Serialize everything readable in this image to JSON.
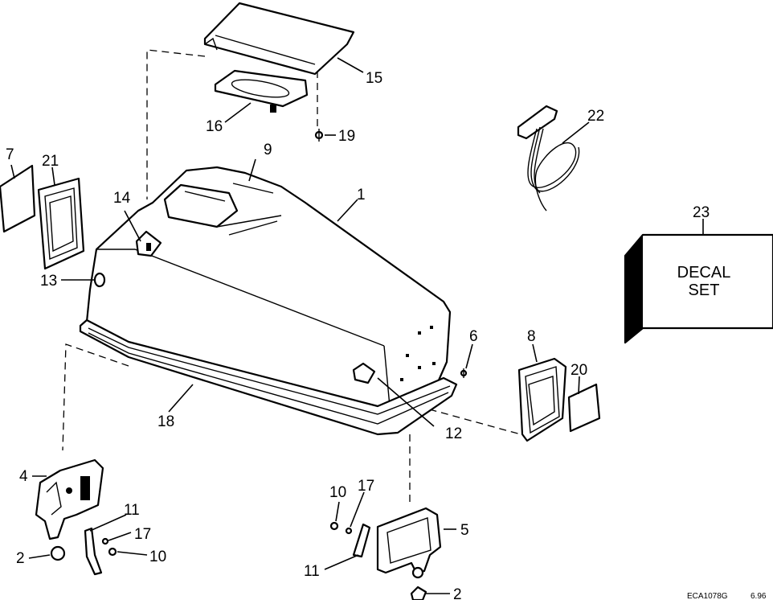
{
  "callouts": {
    "c1": "1",
    "c2a": "2",
    "c2b": "2",
    "c4": "4",
    "c5": "5",
    "c6": "6",
    "c7": "7",
    "c8": "8",
    "c9": "9",
    "c10a": "10",
    "c10b": "10",
    "c11a": "11",
    "c11b": "11",
    "c12": "12",
    "c13": "13",
    "c14": "14",
    "c15": "15",
    "c16": "16",
    "c17a": "17",
    "c17b": "17",
    "c18": "18",
    "c19": "19",
    "c20": "20",
    "c21": "21",
    "c22": "22",
    "c23": "23"
  },
  "decal_box": {
    "line1": "DECAL",
    "line2": "SET"
  },
  "footer": {
    "drawing_ref": "ECA1078G",
    "date_code": "6.96"
  }
}
